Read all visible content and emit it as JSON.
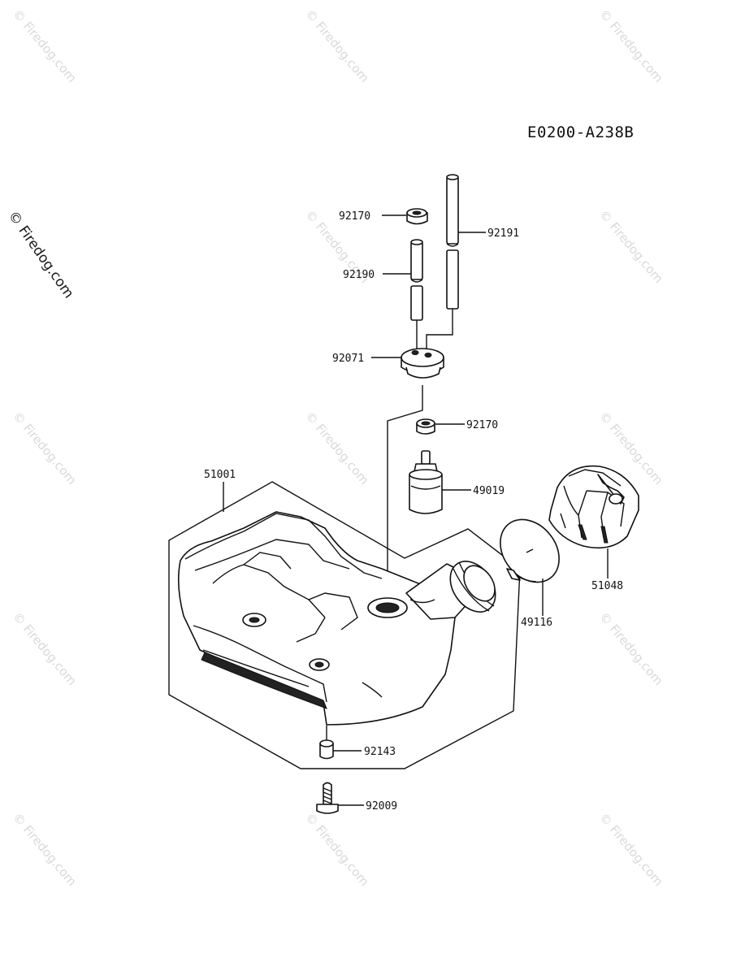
{
  "diagram_code": "E0200-A238B",
  "copyright_mark": "© Firedog.com",
  "watermark_text": "© Firedog.com",
  "parts": [
    {
      "number": "92170"
    },
    {
      "number": "92191"
    },
    {
      "number": "92190"
    },
    {
      "number": "92071"
    },
    {
      "number": "92170"
    },
    {
      "number": "49019"
    },
    {
      "number": "51001"
    },
    {
      "number": "51048"
    },
    {
      "number": "49116"
    },
    {
      "number": "92143"
    },
    {
      "number": "92009"
    }
  ]
}
